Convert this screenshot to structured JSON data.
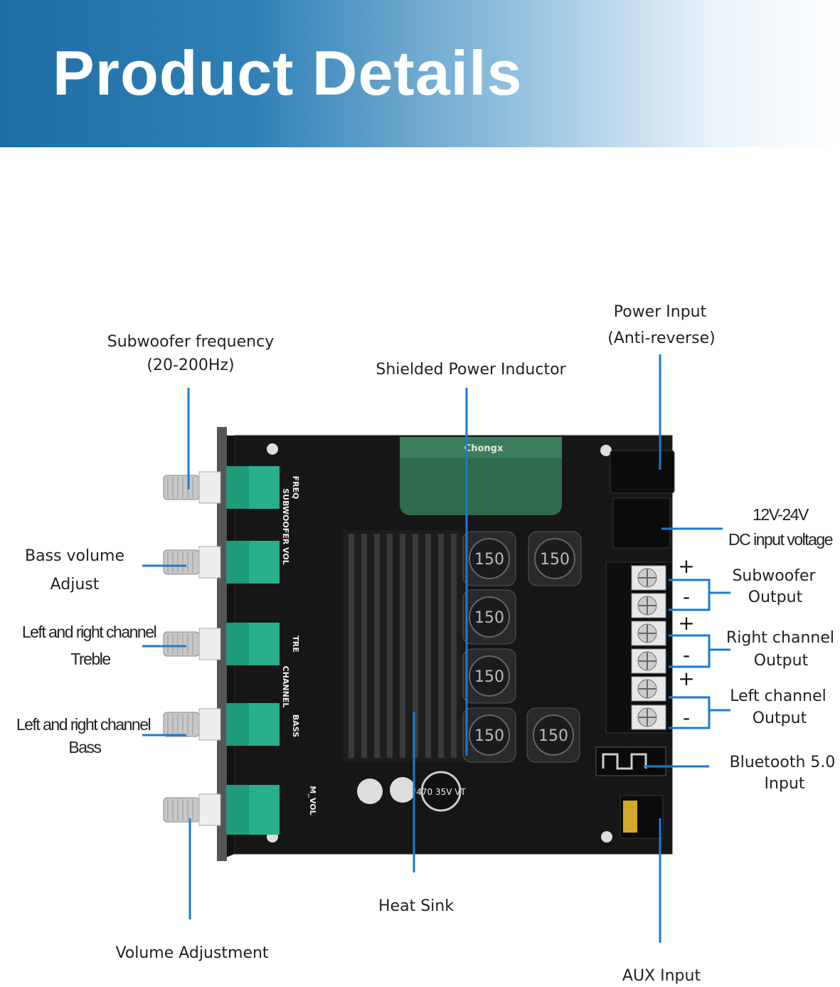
{
  "header": {
    "title": "Product Details"
  },
  "labels": {
    "subwoofer_frequency": [
      "Subwoofer frequency",
      "(20-200Hz)"
    ],
    "shielded_inductor": "Shielded Power Inductor",
    "power_input": [
      "Power Input",
      "(Anti-reverse)"
    ],
    "dc_voltage": [
      "12V-24V",
      "DC input voltage"
    ],
    "subwoofer_output": [
      "Subwoofer",
      "Output"
    ],
    "right_output": [
      "Right channel",
      "Output"
    ],
    "left_output": [
      "Left channel",
      "Output"
    ],
    "bluetooth": [
      "Bluetooth 5.0",
      "Input"
    ],
    "aux": "AUX Input",
    "heat_sink": "Heat Sink",
    "volume": "Volume Adjustment",
    "bass_volume": [
      "Bass volume",
      "Adjust"
    ],
    "treble": [
      "Left and right channel",
      "Treble"
    ],
    "bass": [
      "Left and right channel",
      "Bass"
    ]
  },
  "board": {
    "knob_labels": [
      "FREQ",
      "SUBWOOFER VOL",
      "TRE",
      "CHANNEL",
      "BASS",
      "M_VOL"
    ],
    "inductor_value": "150",
    "capacitor_main": "470 35V VT",
    "capacitor_brand": "Chongx",
    "polarity": [
      "+",
      "-",
      "+",
      "-",
      "+",
      "-"
    ]
  },
  "colors": {
    "accent_line": "#1a7bd4",
    "banner": "#1f6ea6",
    "pcb": "#141414",
    "pot": "#1f9a7a",
    "cap": "#2e6b4a"
  }
}
